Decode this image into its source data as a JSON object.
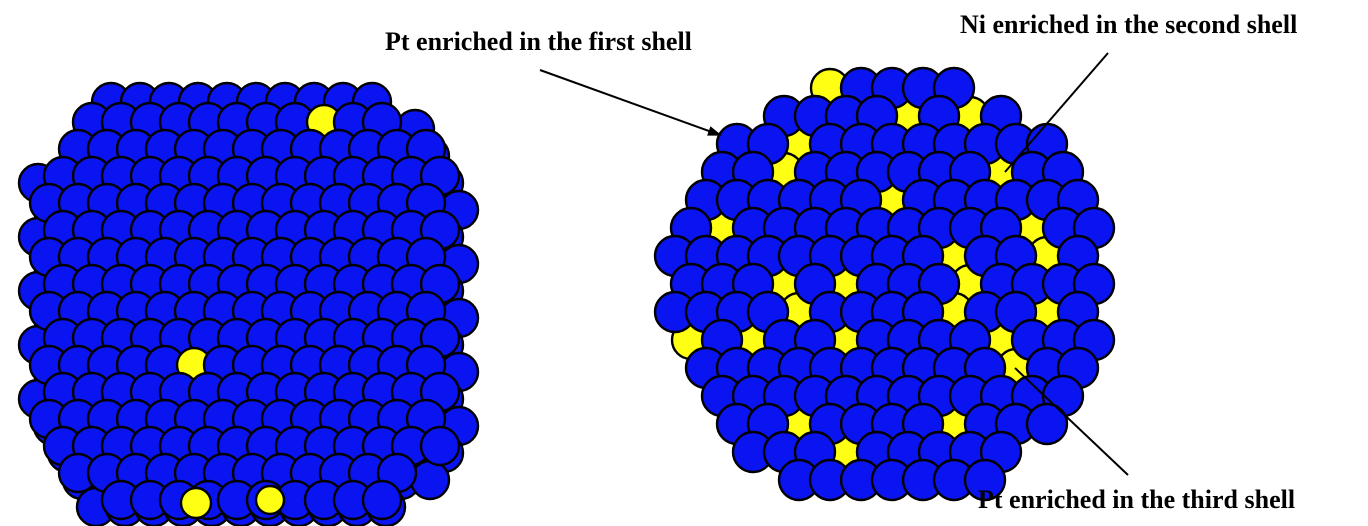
{
  "annotations": [
    {
      "id": "first-shell",
      "text": "Pt enriched in the first shell"
    },
    {
      "id": "second-shell",
      "text": "Ni enriched in the second shell"
    },
    {
      "id": "third-shell",
      "text": "Pt enriched in the third shell"
    }
  ],
  "colors": {
    "pt_atom": "#0a14f0",
    "ni_atom": "#ffff14",
    "outline": "#000000",
    "background": "#ffffff"
  },
  "clusters": [
    {
      "name": "left-nanoparticle-surface-view"
    },
    {
      "name": "right-nanoparticle-cross-section"
    }
  ]
}
